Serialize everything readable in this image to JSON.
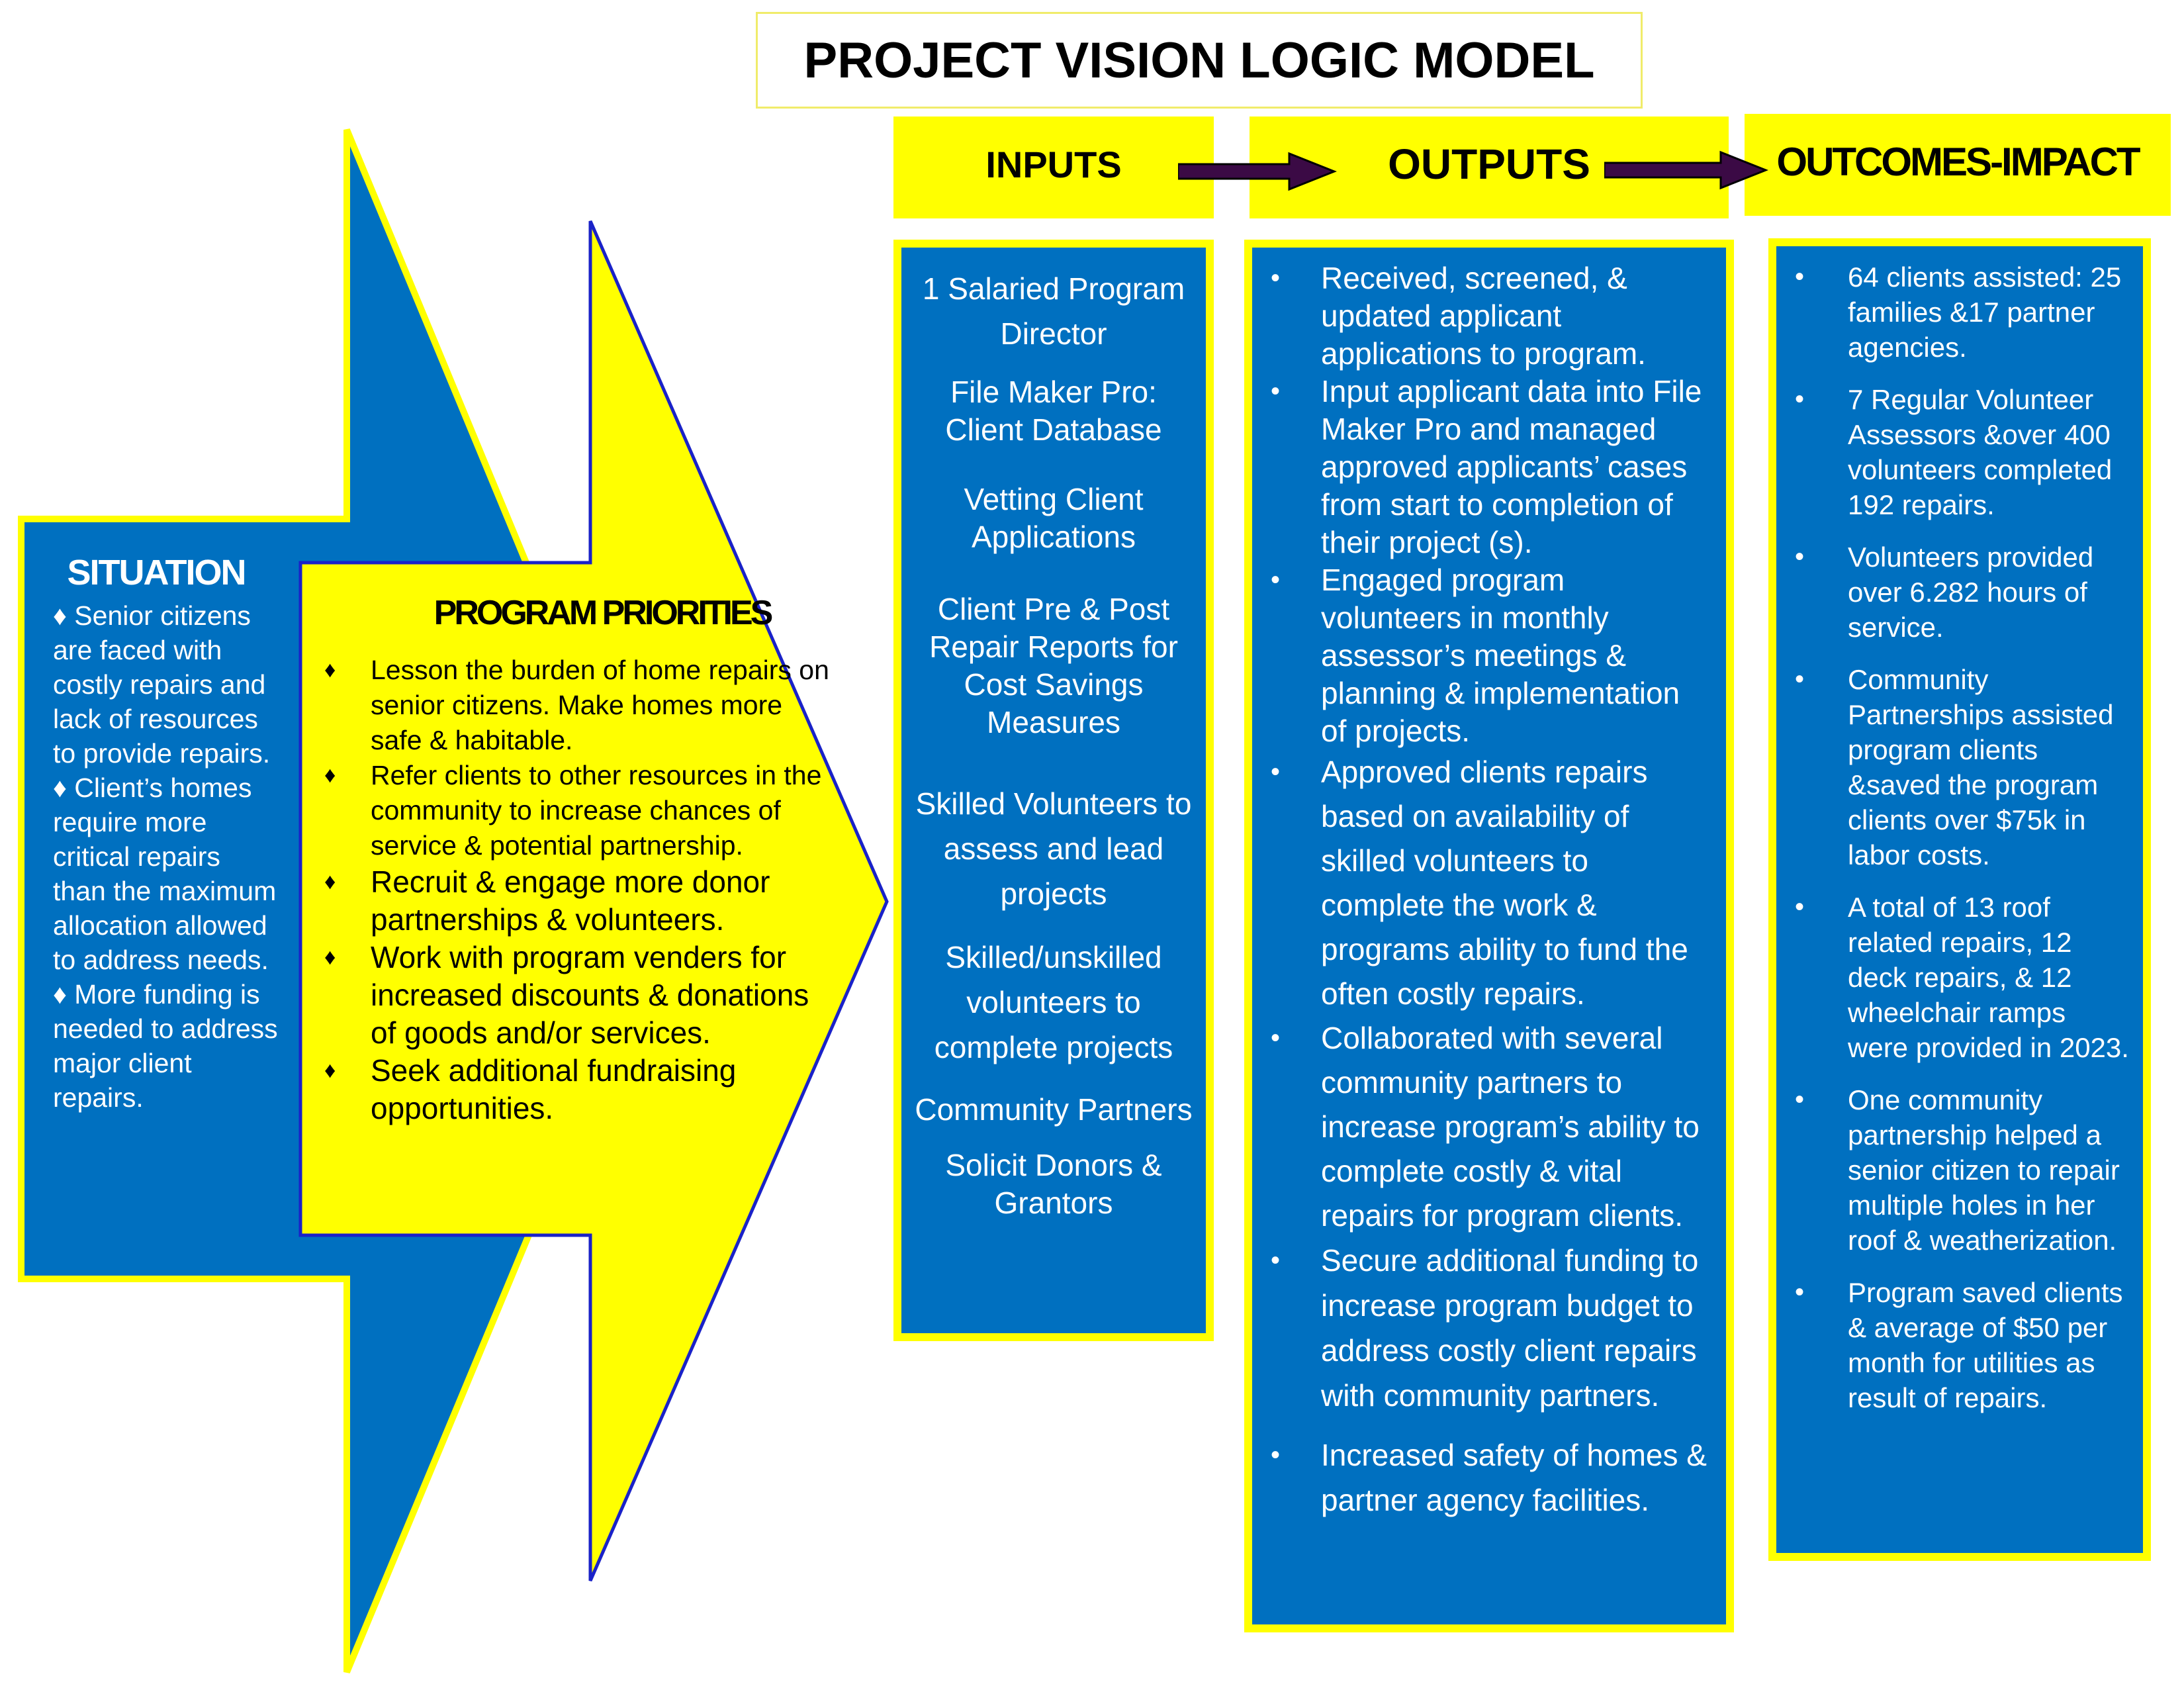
{
  "title": "PROJECT VISION LOGIC MODEL",
  "headers": {
    "inputs": "INPUTS",
    "outputs": "OUTPUTS",
    "outcomes": "OUTCOMES-IMPACT"
  },
  "situation": {
    "title": "SITUATION",
    "items": [
      "♦ Senior citizens are faced with costly repairs and lack of resources to provide repairs.",
      "♦ Client’s homes require more critical repairs than the maximum allocation allowed to address needs.",
      "♦ More funding is needed to address major client repairs."
    ]
  },
  "priorities": {
    "title": "PROGRAM PRIORITIES",
    "items": [
      "Lesson the burden of home repairs on senior citizens.  Make homes more safe & habitable.",
      "Refer clients to other resources in the community to increase chances of service & potential partnership.",
      "Recruit & engage more donor partnerships & volunteers.",
      "Work with program venders for increased discounts & donations of goods and/or services.",
      "Seek additional fundraising opportunities."
    ]
  },
  "inputs": [
    "1 Salaried Program Director",
    "File Maker Pro: Client Database",
    "Vetting Client Applications",
    "Client Pre & Post Repair Reports for Cost Savings Measures",
    "Skilled Volunteers to assess and lead projects",
    "Skilled/unskilled volunteers to complete projects",
    "Community Partners",
    "Solicit Donors & Grantors"
  ],
  "outputs": [
    "Received, screened, & updated applicant applications to program.",
    "Input applicant data into File Maker Pro and managed approved applicants’ cases from start to completion of their project (s).",
    "Engaged program volunteers in monthly assessor’s meetings & planning & implementation of projects.",
    "Approved clients repairs based on availability of skilled volunteers to complete the work & programs ability to fund the often costly repairs.",
    "Collaborated with several community partners to increase program’s ability to complete costly & vital repairs for program clients.",
    "Secure additional funding to increase program budget to address costly client repairs with community partners.",
    "Increased safety of homes & partner agency facilities."
  ],
  "outcomes": [
    "64 clients assisted: 25 families &17 partner agencies.",
    "7 Regular Volunteer Assessors &over 400  volunteers completed 192 repairs.",
    " Volunteers provided over 6.282 hours of service.",
    "Community Partnerships assisted  program clients &saved the program clients over $75k in labor costs.",
    "A total of 13 roof related repairs, 12 deck repairs, & 12 wheelchair ramps were provided in 2023.",
    "One community partnership helped a senior citizen to repair multiple holes in her roof & weatherization.",
    "Program saved clients & average of $50 per month for utilities as result of repairs."
  ],
  "colors": {
    "blue": "#0070c0",
    "yellow": "#ffff00",
    "arrow_dark": "#3b0a45"
  }
}
